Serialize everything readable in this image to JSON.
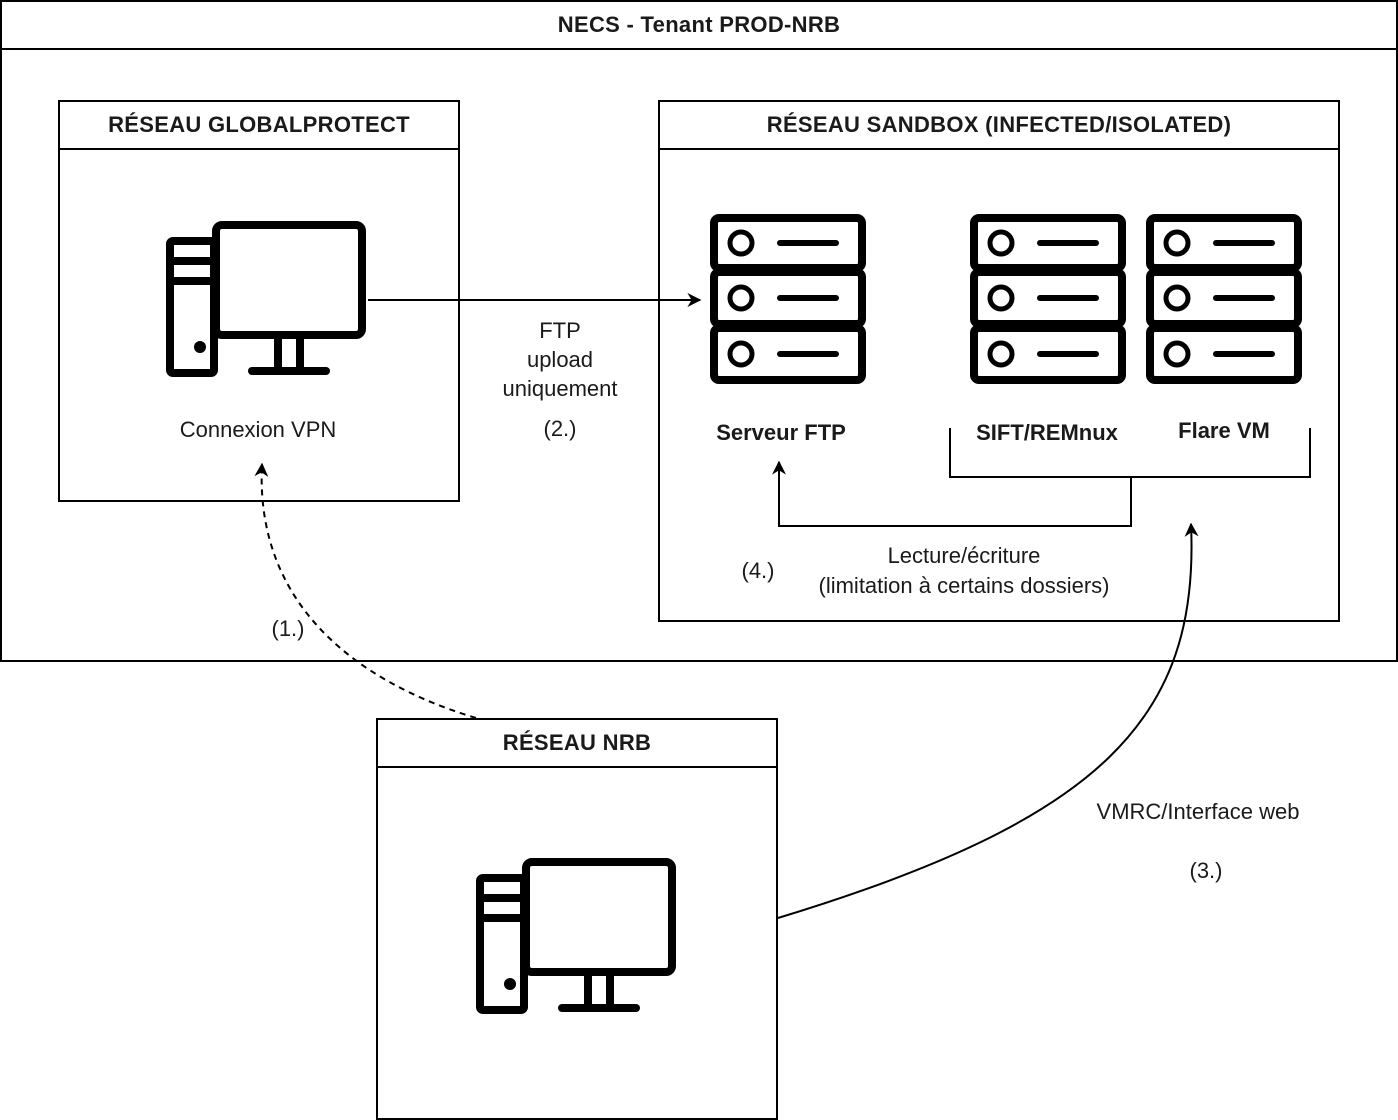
{
  "tenant": {
    "title": "NECS - Tenant PROD-NRB"
  },
  "globalprotect": {
    "title": "RÉSEAU GLOBALPROTECT",
    "computer_label": "Connexion VPN"
  },
  "sandbox": {
    "title": "RÉSEAU SANDBOX (INFECTED/ISOLATED)",
    "servers": [
      {
        "label": "Serveur FTP"
      },
      {
        "label": "SIFT/REMnux"
      },
      {
        "label": "Flare VM"
      }
    ],
    "rw_label": "Lecture/écriture",
    "rw_note": "(limitation à certains dossiers)",
    "step4": "(4.)"
  },
  "nrb": {
    "title": "RÉSEAU NRB"
  },
  "connections": {
    "ftp": {
      "line1": "FTP",
      "line2": "upload",
      "line3": "uniquement",
      "step": "(2.)"
    },
    "vpn": {
      "step": "(1.)"
    },
    "vmrc": {
      "label": "VMRC/Interface web",
      "step": "(3.)"
    }
  },
  "colors": {
    "stroke": "#000000",
    "background": "#ffffff",
    "text": "#1a1a1a"
  },
  "icons": {
    "computer": "desktop-computer-icon",
    "server": "server-rack-icon"
  }
}
